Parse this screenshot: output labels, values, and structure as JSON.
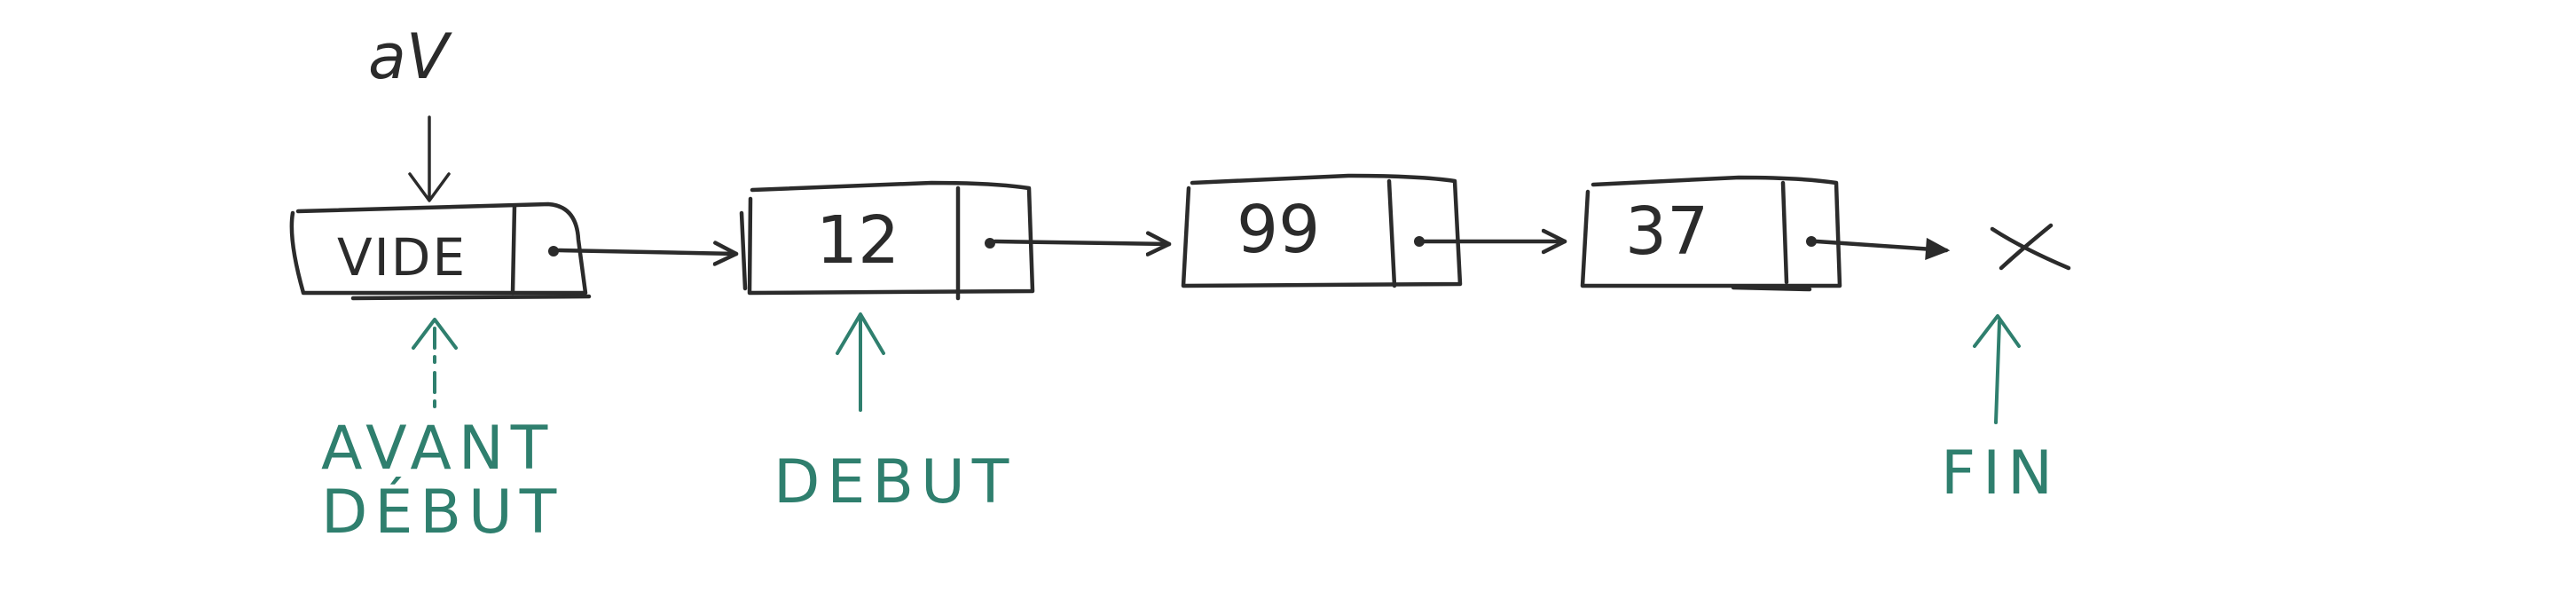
{
  "diagram": {
    "top_pointer_label": "aV",
    "nodes": [
      {
        "value": "VIDE"
      },
      {
        "value": "12"
      },
      {
        "value": "99"
      },
      {
        "value": "37"
      }
    ],
    "null_marker": "X",
    "pointer_labels": {
      "avant_debut_line1": "AVANT",
      "avant_debut_line2": "DÉBUT",
      "debut": "DEBUT",
      "fin": "FIN"
    },
    "colors": {
      "ink": "#2b2b2b",
      "annotation": "#2f7f6e",
      "background": "#ffffff"
    }
  }
}
